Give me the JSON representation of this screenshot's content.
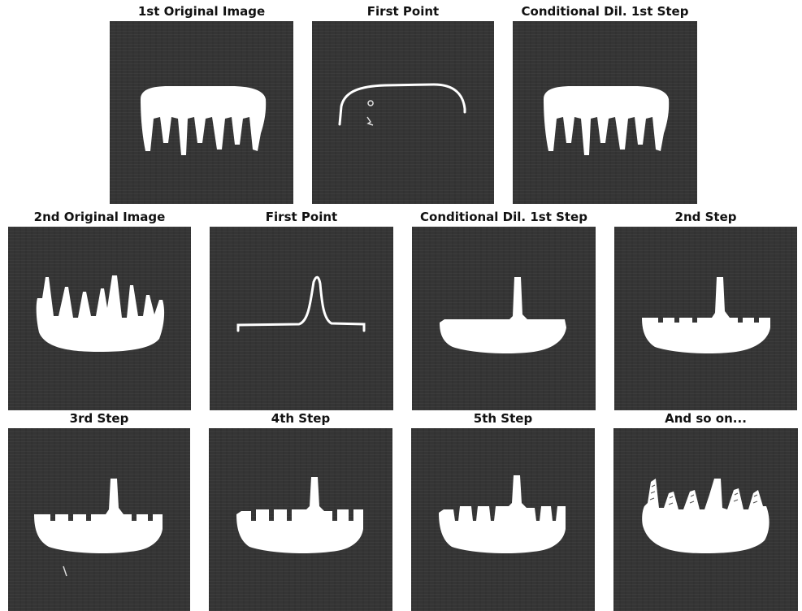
{
  "row1": {
    "original": "1st Original Image",
    "first_point": "First Point",
    "cond_dil": "Conditional Dil. 1st Step"
  },
  "row2": {
    "original": "2nd Original Image",
    "first_point": "First Point",
    "cond_dil": "Conditional Dil. 1st Step",
    "step2": "2nd Step"
  },
  "row3": {
    "step3": "3rd Step",
    "step4": "4th Step",
    "step5": "5th Step",
    "and_so_on": "And so on..."
  }
}
